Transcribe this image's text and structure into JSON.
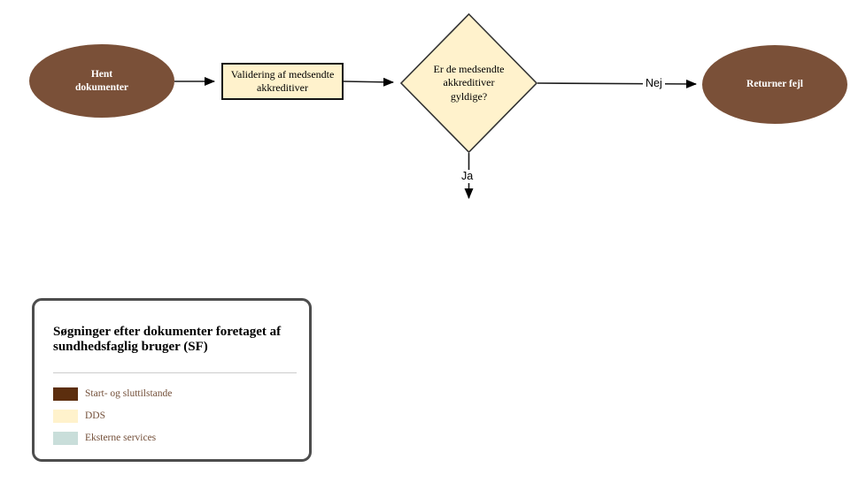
{
  "diagram": {
    "nodes": {
      "start": {
        "label": "Hent\ndokumenter"
      },
      "process": {
        "label": "Validering af medsendte\nakkreditiver"
      },
      "decision": {
        "label": "Er de medsendte\nakkreditiver\ngyldige?"
      },
      "error": {
        "label": "Returner fejl"
      }
    },
    "edges": {
      "no_label": "Nej",
      "yes_label": "Ja"
    }
  },
  "legend": {
    "title": "Søgninger efter dokumenter foretaget af\nsundhedsfaglig bruger (SF)",
    "items": [
      {
        "label": "Start- og sluttilstande",
        "color": "#5C2E0E"
      },
      {
        "label": "DDS",
        "color": "#FFF2CC"
      },
      {
        "label": "Eksterne services",
        "color": "#C9DEDA"
      }
    ]
  },
  "colors": {
    "start_end_fill": "#7A5038",
    "dds_fill": "#FFF2CC",
    "external_fill": "#C9DEDA",
    "line": "#1a1a1a",
    "legend_text": "#74503A"
  }
}
